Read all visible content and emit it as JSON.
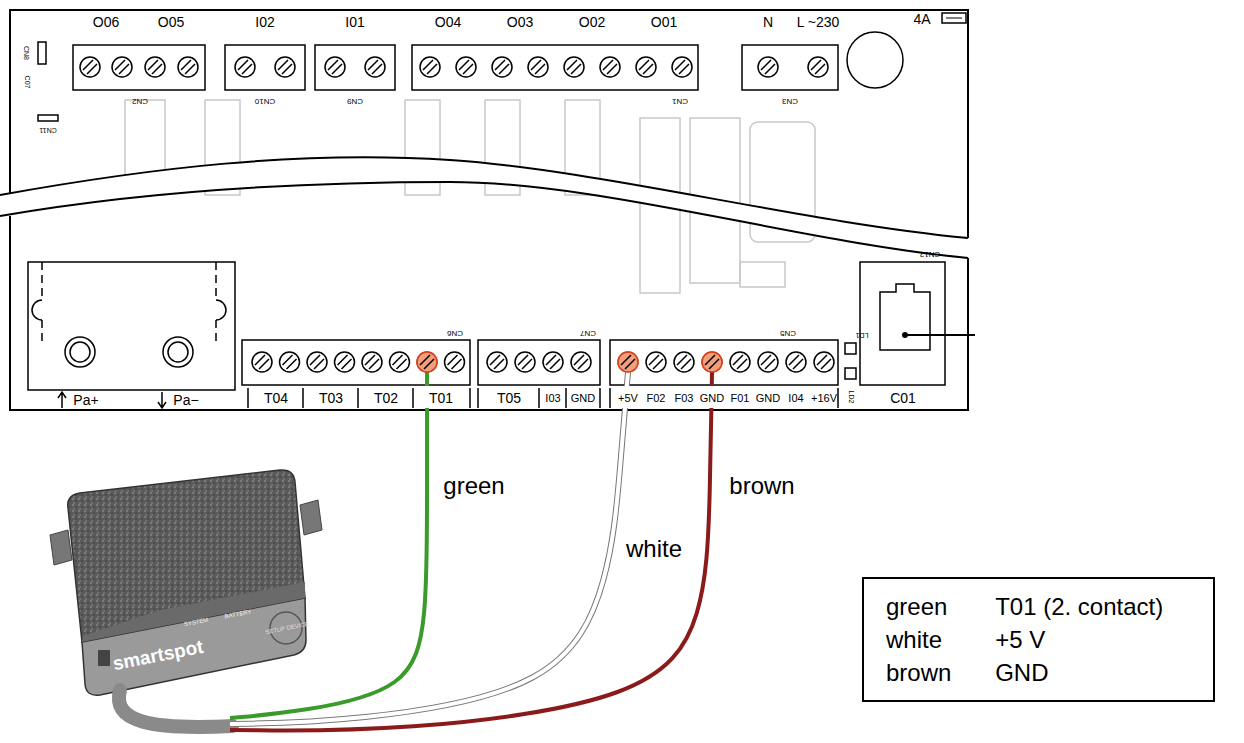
{
  "diagram": {
    "nodes": [
      {
        "text": [
          "green",
          "T01 (2. contact)",
          "white",
          "+5 V",
          "brown",
          "GND"
        ]
      }
    ],
    "labels": [
      "O06",
      "O05",
      "I02",
      "I01",
      "O04",
      "O03",
      "O02",
      "O01",
      "N",
      "L ~230",
      "4A",
      "CN2",
      "CN10",
      "CN9",
      "CN1",
      "CN3",
      "CN8",
      "C07",
      "CN11",
      "CN6",
      "CN7",
      "CN5",
      "CN12",
      "LD1",
      "LD2",
      "T04",
      "T03",
      "T02",
      "T01",
      "T05",
      "I03",
      "GND",
      "+5V",
      "F02",
      "F03",
      "GND",
      "F01",
      "GND",
      "I04",
      "+16V",
      "C01",
      "Pa+",
      "Pa−",
      "green",
      "white",
      "brown",
      "smartspot",
      "SYSTEM",
      "BATTERY",
      "SETUP DEVICE"
    ]
  }
}
